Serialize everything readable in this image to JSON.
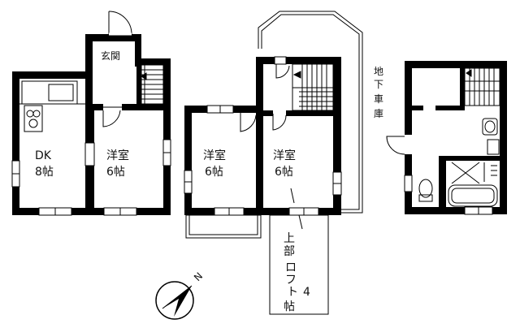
{
  "floor1": {
    "entrance": "玄関",
    "dk": {
      "name": "DK",
      "size": "8帖"
    },
    "room": {
      "name": "洋室",
      "size": "6帖"
    }
  },
  "floor2": {
    "room_left": {
      "name": "洋室",
      "size": "6帖"
    },
    "room_right": {
      "name": "洋室",
      "size": "6帖"
    },
    "loft": {
      "chars": [
        "上",
        "部",
        "ロ",
        "フ",
        "ト",
        "4",
        "帖"
      ]
    }
  },
  "basement": {
    "chars": [
      "地",
      "下",
      "車",
      "庫"
    ]
  },
  "compass": {
    "north": "N"
  }
}
